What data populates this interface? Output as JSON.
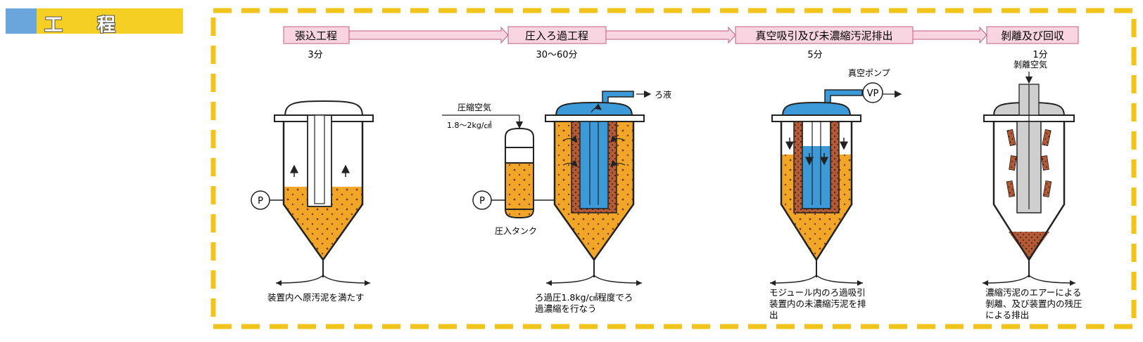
{
  "section_title": "工 程",
  "colors": {
    "title_blue": "#6aa6dc",
    "title_yellow": "#f5cf23",
    "frame": "#f2c318",
    "stage_box": "#f8d5e1",
    "arrow": "#e9a3bd",
    "sludge": "#f1a628",
    "filtrate": "#3d9ad9",
    "cake": "#b25a36",
    "gray": "#cfcfcf"
  },
  "stages": [
    {
      "label": "張込工程",
      "time": "3分",
      "caption": [
        "装置内へ原汚泥を満たす"
      ]
    },
    {
      "label": "圧入ろ過工程",
      "time": "30～60分",
      "caption": [
        "ろ過圧1.8kg/㎠程度でろ",
        "過濃縮を行なう"
      ]
    },
    {
      "label": "真空吸引及び未濃縮汚泥排出",
      "time": "5分",
      "caption": [
        "モジュール内のろ過吸引",
        "装置内の未濃縮汚泥を排",
        "出"
      ]
    },
    {
      "label": "剝離及び回収",
      "time": "1分",
      "caption": [
        "濃縮汚泥のエアーによる",
        "剝離、及び装置内の残圧",
        "による排出"
      ]
    }
  ],
  "annotations": {
    "pump": "P",
    "filtrate": "ろ液",
    "compressed_air": "圧縮空気",
    "pressure": "1.8～2kg/㎠",
    "pressure_tank": "圧入タンク",
    "vacuum_pump": "真空ポンプ",
    "vacuum_pump_symbol": "VP",
    "release_air": "剝離空気"
  }
}
